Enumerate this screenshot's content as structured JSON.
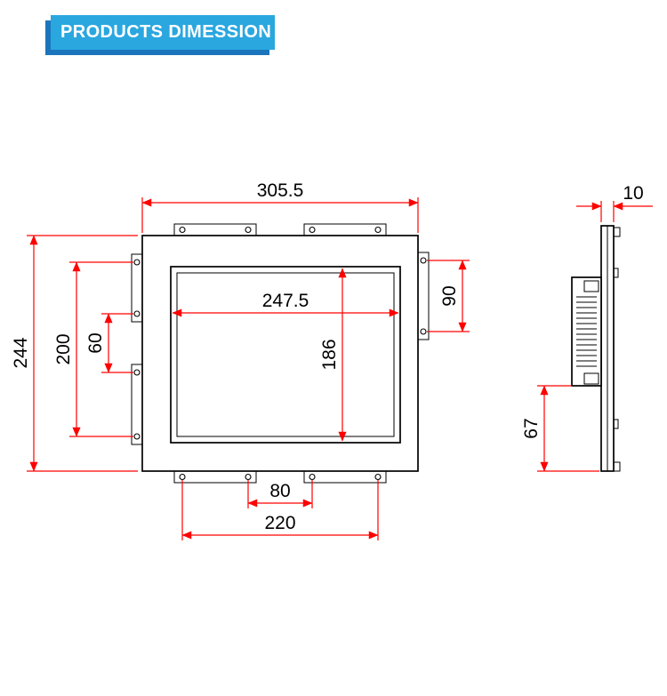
{
  "header": {
    "title": "PRODUCTS DIMESSION"
  },
  "colors": {
    "background": "#ffffff",
    "header_bg": "#2aa7df",
    "header_shadow": "#1b75bc",
    "dimension_line": "#ff0000",
    "drawing_line": "#000000",
    "label_text": "#000000"
  },
  "front_view": {
    "dims": {
      "outer_width": "305.5",
      "outer_height": "244",
      "screen_width": "247.5",
      "screen_height": "186",
      "left_holes_outer_span": "200",
      "left_holes_inner_span": "60",
      "right_holes_span": "90",
      "bottom_holes_inner_span": "80",
      "bottom_holes_outer_span": "220"
    }
  },
  "side_view": {
    "dims": {
      "panel_thickness": "10",
      "rear_depth": "67"
    }
  }
}
